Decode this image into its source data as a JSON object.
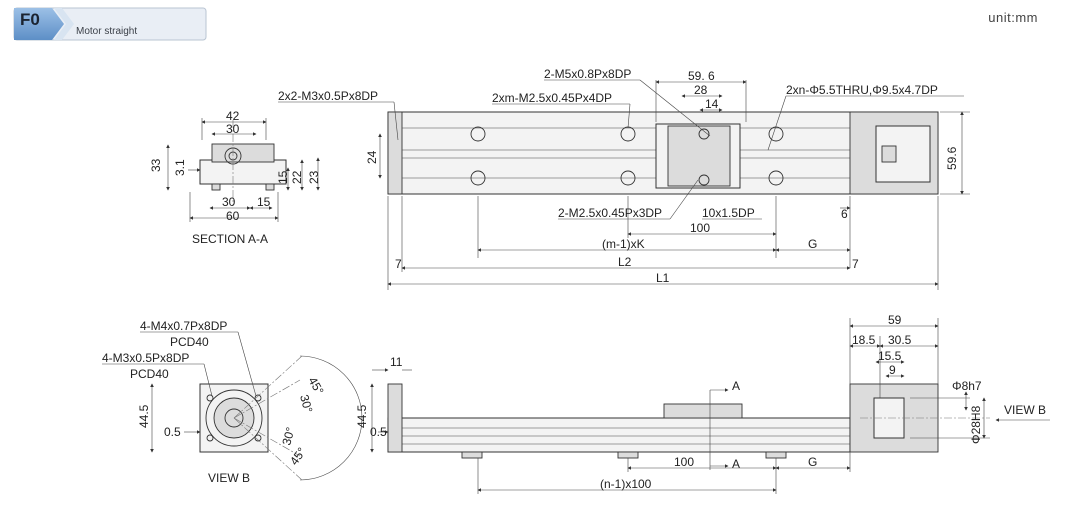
{
  "header": {
    "code": "F0",
    "label": "Motor straight",
    "unit": "unit:mm",
    "badge_color": "#7aa7d6"
  },
  "section": {
    "d42": "42",
    "d30_top": "30",
    "d33": "33",
    "d3_1": "3.1",
    "d15_side": "15",
    "d22": "22",
    "d23": "23",
    "d30_bottom": "30",
    "d15_bottom": "15",
    "d60": "60",
    "title": "SECTION A-A"
  },
  "top_view": {
    "c_2x2_m3": "2x2-M3x0.5Px8DP",
    "c_2_m5": "2-M5x0.8Px8DP",
    "c_2xm_m25": "2xm-M2.5x0.45Px4DP",
    "c_2xn_thru": "2xn-Φ5.5THRU,Φ9.5x4.7DP",
    "d59_6_top": "59. 6",
    "d28": "28",
    "d14": "14",
    "d24": "24",
    "d59_6_right": "59.6",
    "c_2_m25_3dp": "2-M2.5x0.45Px3DP",
    "c_10x1_5dp": "10x1.5DP",
    "d6": "6",
    "d100": "100",
    "d_m1k": "(m-1)xK",
    "dG": "G",
    "d7_left": "7",
    "d7_right": "7",
    "dL2": "L2",
    "dL1": "L1"
  },
  "view_b_left": {
    "c_4m4": "4-M4x0.7Px8DP",
    "pcd40_a": "PCD40",
    "c_4m3": "4-M3x0.5Px8DP",
    "pcd40_b": "PCD40",
    "d44_5": "44.5",
    "d0_5": "0.5",
    "a45_top": "45°",
    "a30_top": "30°",
    "a30_bottom": "30°",
    "a45_bottom": "45°",
    "title": "VIEW B"
  },
  "side_view": {
    "d11": "11",
    "d44_5": "44.5",
    "d0_5": "0.5",
    "arrow_a_top": "A",
    "arrow_a_bottom": "A",
    "d100": "100",
    "dG": "G",
    "d_n1": "(n-1)x100",
    "d59": "59",
    "d18_5": "18.5",
    "d30_5": "30.5",
    "d15_5": "15.5",
    "d9": "9",
    "phi8h7": "Φ8h7",
    "phi28h8": "Φ28H8",
    "view_b": "VIEW B"
  }
}
